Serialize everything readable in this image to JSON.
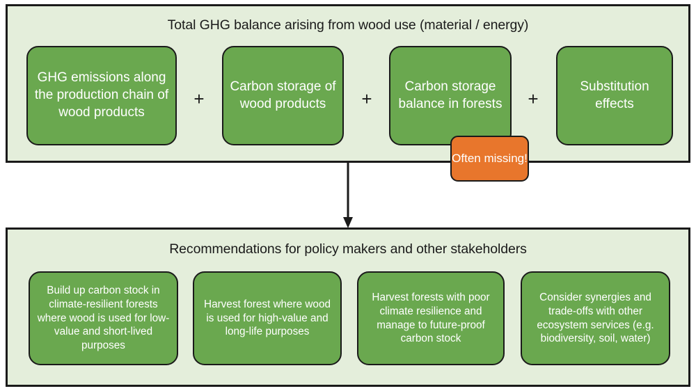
{
  "diagram": {
    "title": "Total GHG balance arising from wood use and recommendations",
    "colors": {
      "panel_background": "#e4eedb",
      "panel_border": "#1a1a1a",
      "box_fill": "#6aa84f",
      "box_text": "#ffffff",
      "callout_fill": "#e8762c",
      "arrow": "#1a1a1a"
    }
  },
  "top_panel": {
    "title": "Total GHG balance arising from wood use (material / energy)",
    "operator": "+",
    "boxes": [
      {
        "label": "GHG emissions along the production chain of wood products"
      },
      {
        "label": "Carbon storage of wood products"
      },
      {
        "label": "Carbon storage balance in forests"
      },
      {
        "label": "Substitution effects"
      }
    ],
    "callout": {
      "label": "Often missing!"
    }
  },
  "bottom_panel": {
    "title": "Recommendations for policy makers and other stakeholders",
    "boxes": [
      {
        "label": "Build up carbon stock in climate-resilient forests where wood is used for low-value and short-lived purposes"
      },
      {
        "label": "Harvest forest where wood is used for high-value and long-life purposes"
      },
      {
        "label": "Harvest forests with poor climate resilience and manage to future-proof carbon stock"
      },
      {
        "label": "Consider synergies and trade-offs with other ecosystem services (e.g. biodiversity, soil, water)"
      }
    ]
  }
}
